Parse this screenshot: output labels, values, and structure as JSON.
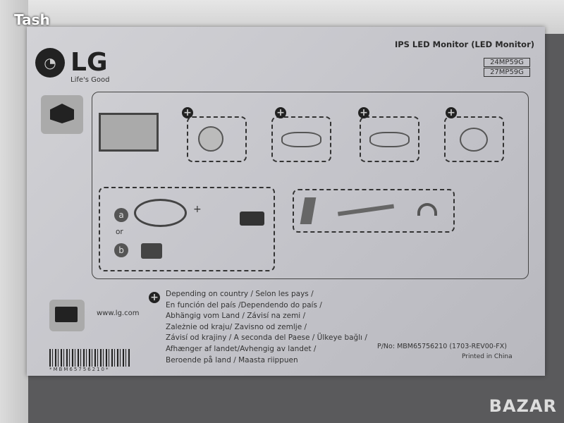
{
  "watermark_user": "Tash",
  "watermark_site": "BAZAR",
  "brand": {
    "logo_text": "LG",
    "slogan": "Life's Good"
  },
  "product_title": "IPS LED Monitor (LED Monitor)",
  "models": [
    "24MP59G",
    "27MP59G"
  ],
  "power_options": {
    "a": "a",
    "or": "or",
    "b": "b",
    "plus": "+"
  },
  "website": "www.lg.com",
  "note_lines": [
    "Depending on country /  Selon les pays /",
    "En función del país /Dependendo do país /",
    "Abhängig vom Land / Závisí na zemi /",
    "Zależnie od kraju/ Zavisno od zemlje /",
    "Závisí od krajiny /  A seconda del Paese / Ülkeye bağlı /",
    "Afhænger af landet/Avhengig av landet /",
    "Beroende på land / Maasta riippuen"
  ],
  "part_number": "P/No: MBM65756210 (1703-REV00-FX)",
  "printed": "Printed in China",
  "barcode_text": "*MBM65756210*"
}
